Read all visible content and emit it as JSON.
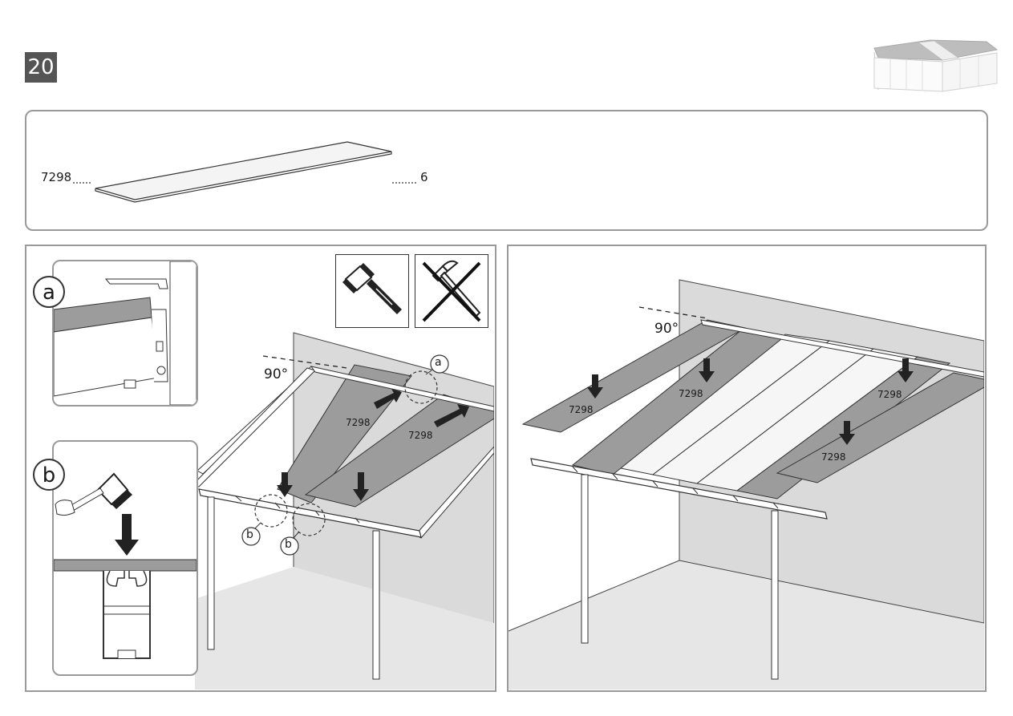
{
  "step": {
    "number": "20"
  },
  "parts": {
    "part_code": "7298",
    "quantity": "6"
  },
  "left_panel": {
    "detail_a_label": "a",
    "detail_b_label": "b",
    "angle": "90°",
    "callout_a": "a",
    "callout_b1": "b",
    "callout_b2": "b",
    "sheet_label_1": "7298",
    "sheet_label_2": "7298",
    "tools": {
      "allowed": "mallet-icon",
      "forbidden": "hammer-crossed-icon"
    }
  },
  "right_panel": {
    "angle": "90°",
    "sheet_label_1": "7298",
    "sheet_label_2": "7298",
    "sheet_label_3": "7298",
    "sheet_label_4": "7298"
  },
  "colors": {
    "sheet_grey": "#9c9c9c",
    "wall_grey": "#dadada",
    "floor_grey": "#e6e6e6",
    "badge": "#555555"
  }
}
